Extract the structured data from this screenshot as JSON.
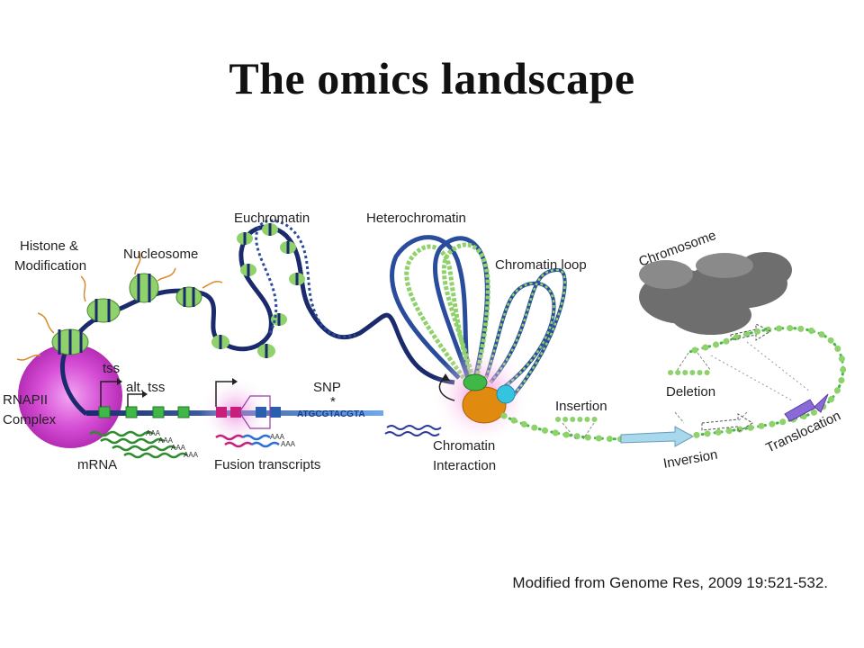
{
  "title": "The omics landscape",
  "labels": {
    "histone": "Histone &",
    "modification": "Modification",
    "nucleosome": "Nucleosome",
    "euchromatin": "Euchromatin",
    "heterochromatin": "Heterochromatin",
    "chromatin_loop": "Chromatin loop",
    "chromosome": "Chromosome",
    "rnapii": "RNAPII",
    "complex": "Complex",
    "tss": "tss",
    "alt_tss": "alt. tss",
    "snp": "SNP",
    "snp_marker": "*",
    "sequence": "ATGCGTACGTA",
    "mrna": "mRNA",
    "fusion_transcripts": "Fusion transcripts",
    "insertion": "Insertion",
    "chromatin": "Chromatin",
    "interaction": "Interaction",
    "deletion": "Deletion",
    "inversion": "Inversion",
    "translocation": "Translocation",
    "polyA": "AAA"
  },
  "caption": "Modified from Genome Res, 2009 19:521-532.",
  "colors": {
    "dna_backbone": "#1a2a6c",
    "nucleosome_green": "#8fd16a",
    "rnapii_magenta": "#d64fd6",
    "mrna_green": "#2e8b2e",
    "fusion_pink": "#c8207a",
    "fusion_blue": "#2a6fd6",
    "chromatin_orange": "#e08a10",
    "chromatin_cyan": "#33c4e0",
    "chromosome_gray": "#6e6e6e",
    "inversion_arrow": "#a8d8ec",
    "translocation_purple": "#8a6ad6"
  }
}
